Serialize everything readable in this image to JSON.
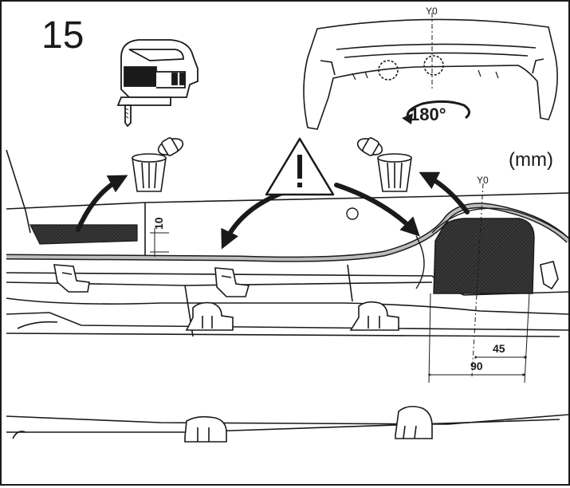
{
  "step": {
    "number": "15"
  },
  "labels": {
    "top_axis": "Y0",
    "rotation": "180°",
    "units": "(mm)",
    "main_axis": "Y0",
    "tab_offset": "10",
    "half_width": "45",
    "full_width": "90"
  },
  "colors": {
    "line": "#1a1a1a",
    "fill": "#ffffff",
    "cut_area": "#2b2b2b"
  },
  "icons": [
    "jigsaw-icon",
    "bumper-icon",
    "rotate-180-icon",
    "trash-bin-icon",
    "clip-icon",
    "warning-icon"
  ]
}
